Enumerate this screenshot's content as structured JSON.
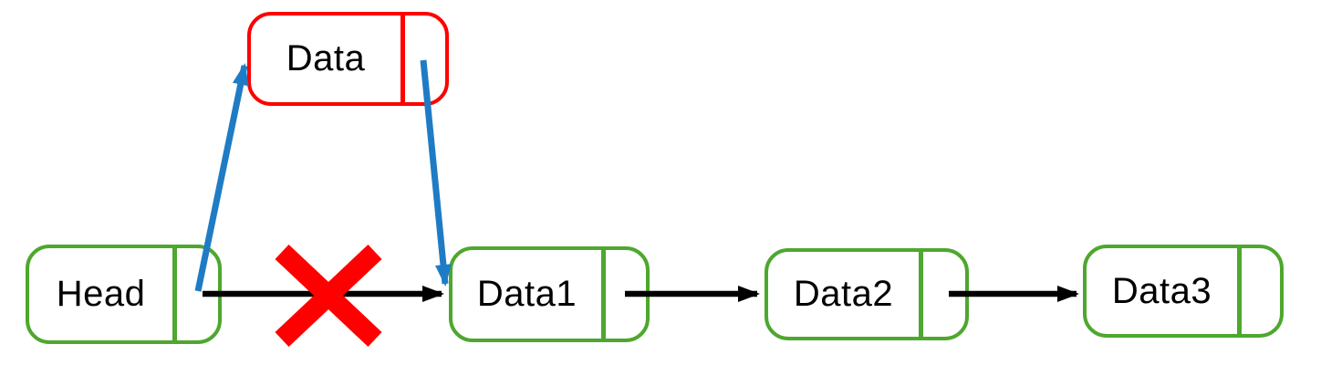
{
  "diagram": {
    "type": "linked-list-insertion",
    "nodes": [
      {
        "id": "new-node",
        "label": "Data",
        "color": "red",
        "role": "node-being-inserted"
      },
      {
        "id": "head",
        "label": "Head",
        "color": "green",
        "role": "head-node"
      },
      {
        "id": "data1",
        "label": "Data1",
        "color": "green",
        "role": "list-node"
      },
      {
        "id": "data2",
        "label": "Data2",
        "color": "green",
        "role": "list-node"
      },
      {
        "id": "data3",
        "label": "Data3",
        "color": "green",
        "role": "list-node"
      }
    ],
    "edges": [
      {
        "from": "head",
        "to": "data1",
        "style": "black",
        "status": "crossed-out"
      },
      {
        "from": "data1",
        "to": "data2",
        "style": "black",
        "status": "active"
      },
      {
        "from": "data2",
        "to": "data3",
        "style": "black",
        "status": "active"
      },
      {
        "from": "head",
        "to": "new-node",
        "style": "blue",
        "status": "new-pointer"
      },
      {
        "from": "new-node",
        "to": "data1",
        "style": "blue",
        "status": "new-pointer"
      }
    ],
    "annotations": [
      {
        "type": "cross-out-x",
        "color": "#FF0000",
        "on_edge": "head->data1"
      }
    ]
  },
  "colors": {
    "green": "#4EA72E",
    "red": "#FF0000",
    "blue": "#1F7CC4",
    "black": "#000000",
    "bg": "#FFFFFF",
    "text": "#000000"
  }
}
